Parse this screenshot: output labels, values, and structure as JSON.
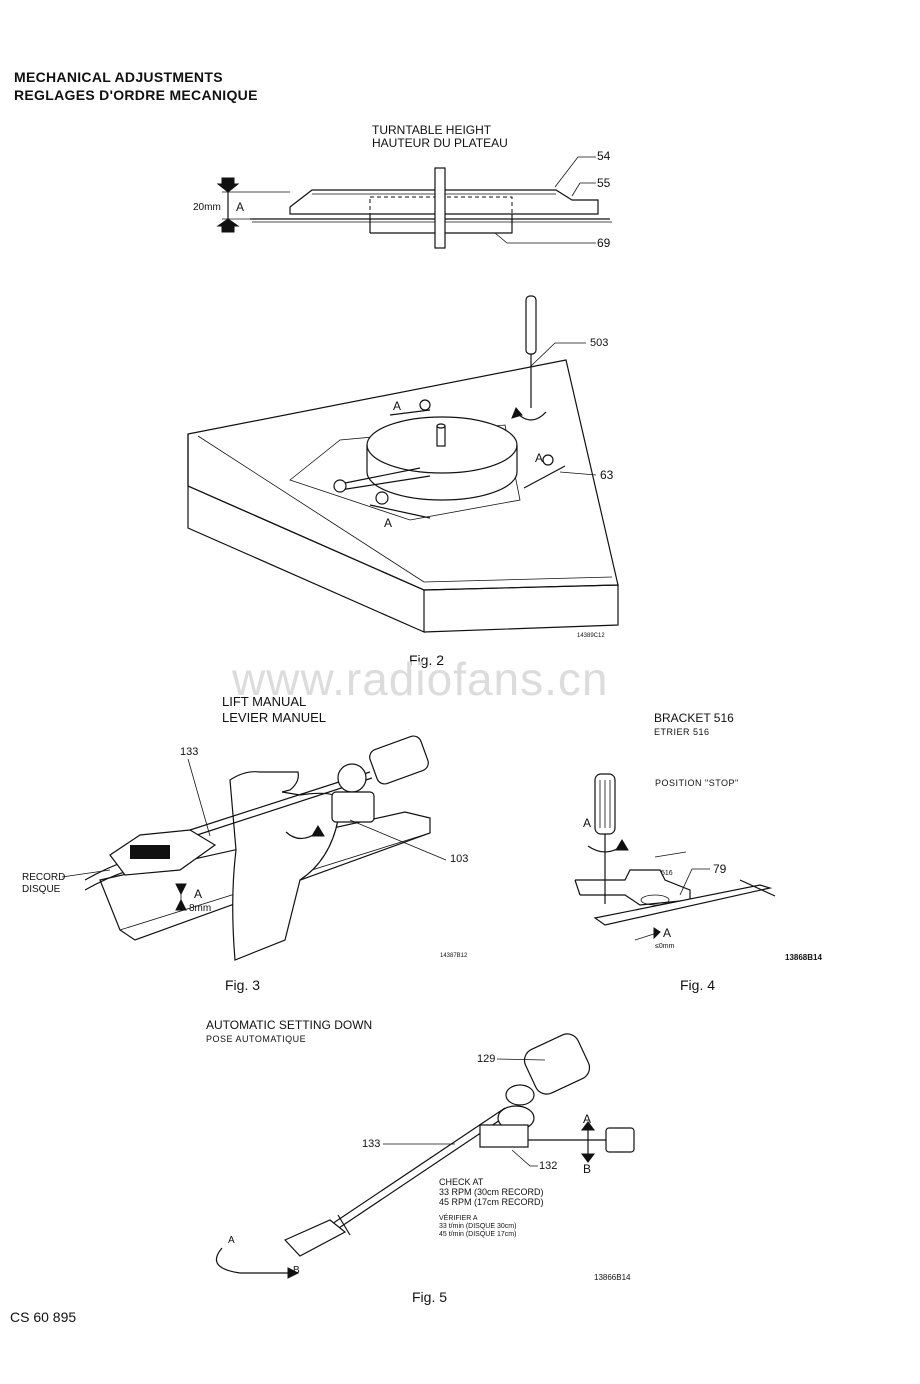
{
  "header": {
    "title_en": "MECHANICAL ADJUSTMENTS",
    "title_fr": "REGLAGES D'ORDRE MECANIQUE"
  },
  "fig_height": {
    "title_en": "TURNTABLE HEIGHT",
    "title_fr": "HAUTEUR DU PLATEAU",
    "dimension": "20mm",
    "point_a": "A",
    "callouts": [
      "54",
      "55",
      "69"
    ]
  },
  "fig2": {
    "callout_screwdriver": "503",
    "callout_spring": "63",
    "point_a": "A",
    "code": "14389C12",
    "caption": "Fig. 2"
  },
  "watermark": "www.radiofans.cn",
  "fig3": {
    "title_en": "LIFT MANUAL",
    "title_fr": "LEVIER MANUEL",
    "callout_arm": "133",
    "callout_lift": "103",
    "record_en": "RECORD",
    "record_fr": "DISQUE",
    "point_a": "A",
    "dimension": "8mm",
    "code": "14387B12",
    "caption": "Fig. 3"
  },
  "fig4": {
    "title_en": "BRACKET 516",
    "title_fr": "ETRIER 516",
    "position": "POSITION \"STOP\"",
    "point_a": "A",
    "callout_bracket": "516",
    "callout_lever": "79",
    "dimension": "≤0mm",
    "code": "13868B14",
    "caption": "Fig. 4"
  },
  "fig5": {
    "title_en": "AUTOMATIC SETTING DOWN",
    "title_fr": "POSE AUTOMATIQUE",
    "callout_weight": "129",
    "callout_arm": "133",
    "callout_screw": "132",
    "point_a": "A",
    "point_b": "B",
    "check_en": [
      "CHECK AT",
      "33 RPM (30cm RECORD)",
      "45 RPM (17cm RECORD)"
    ],
    "check_fr": [
      "VÉRIFIER A",
      "33 t/min (DISQUE 30cm)",
      "45 t/min (DISQUE 17cm)"
    ],
    "code": "13866B14",
    "caption": "Fig. 5"
  },
  "footer": {
    "doc_number": "CS 60 895"
  }
}
